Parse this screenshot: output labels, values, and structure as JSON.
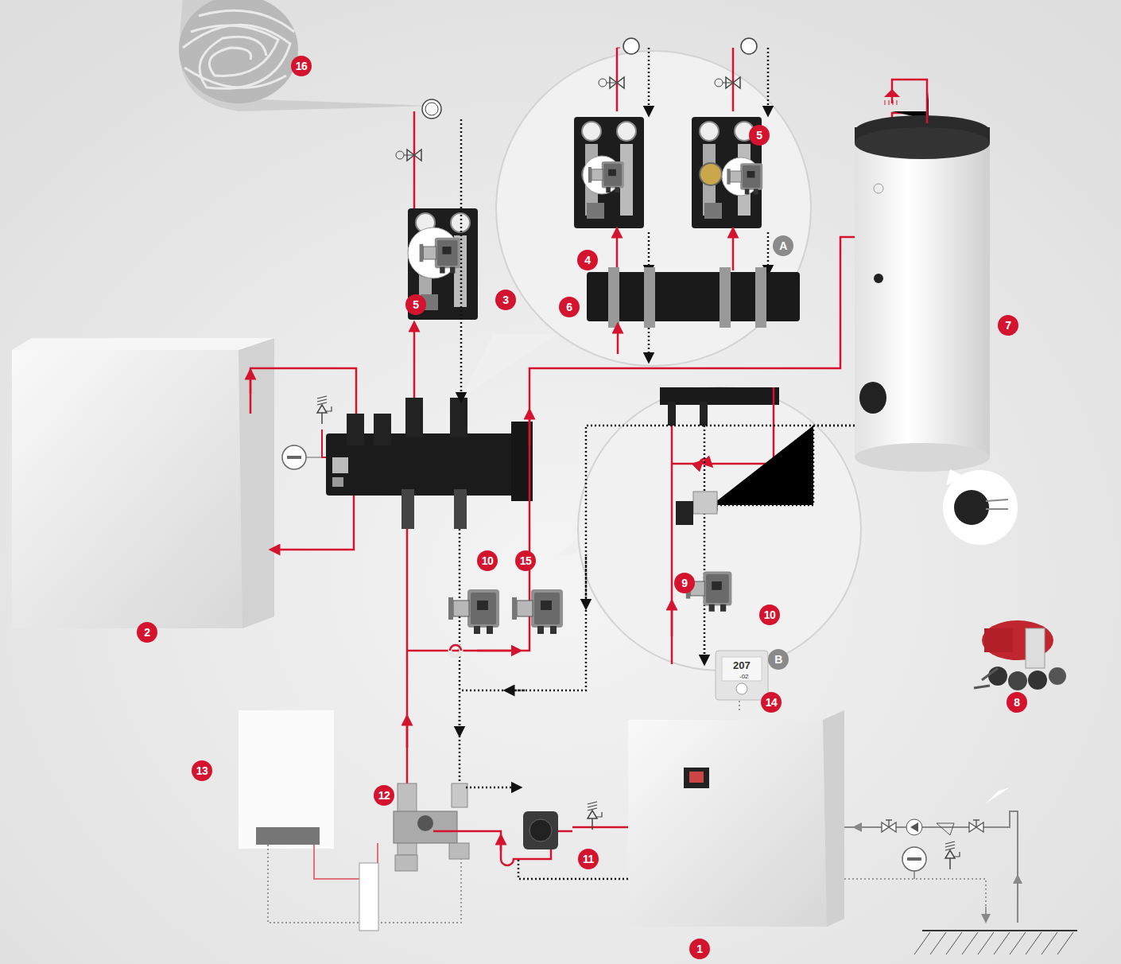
{
  "diagram": {
    "labels": [
      "16",
      "5",
      "4",
      "A",
      "5",
      "6",
      "3",
      "7",
      "10",
      "15",
      "9",
      "10",
      "B",
      "2",
      "14",
      "207",
      "-02",
      "8",
      "13",
      "12",
      "11",
      "1"
    ]
  }
}
